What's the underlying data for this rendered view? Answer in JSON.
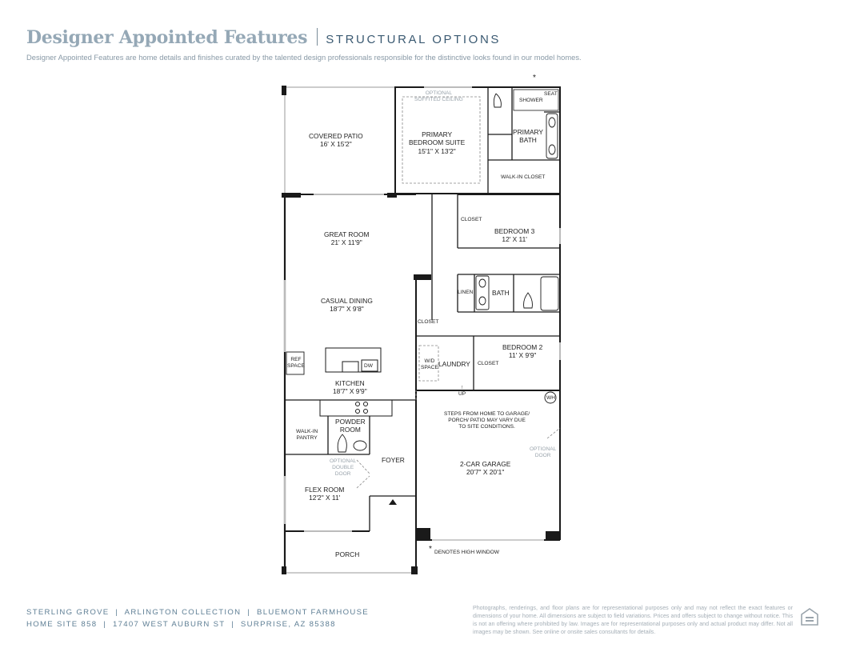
{
  "header": {
    "title": "Designer Appointed Features",
    "subtitle": "STRUCTURAL OPTIONS",
    "description": "Designer Appointed Features are home details and finishes curated by the talented design professionals responsible for the distinctive looks found in our model homes."
  },
  "rooms": {
    "covered_patio": {
      "name": "COVERED PATIO",
      "dims": "16' X 15'2\""
    },
    "optional_soffited": "OPTIONAL\nSOFFITED CEILING",
    "primary_bedroom": {
      "name": "PRIMARY\nBEDROOM SUITE",
      "dims": "15'1\" X 13'2\""
    },
    "seat": "SEAT",
    "shower": "SHOWER",
    "primary_bath": "PRIMARY\nBATH",
    "walk_in_closet": "WALK-IN CLOSET",
    "closet_b3": "CLOSET",
    "bedroom3": {
      "name": "BEDROOM 3",
      "dims": "12' X 11'"
    },
    "great_room": {
      "name": "GREAT ROOM",
      "dims": "21' X 11'9\""
    },
    "casual_dining": {
      "name": "CASUAL DINING",
      "dims": "18'7\" X 9'8\""
    },
    "linen": "LINEN",
    "bath": "BATH",
    "closet_hall": "CLOSET",
    "laundry": "LAUNDRY",
    "wd_space": "W/D\nSPACE",
    "closet_b2": "CLOSET",
    "bedroom2": {
      "name": "BEDROOM 2",
      "dims": "11' X 9'9\""
    },
    "ref_space": "REF\nSPACE",
    "dw": "DW",
    "kitchen": {
      "name": "KITCHEN",
      "dims": "18'7\" X 9'9\""
    },
    "up": "UP",
    "wh": "WH",
    "steps_note": "STEPS FROM HOME TO GARAGE/\nPORCH/ PATIO MAY VARY DUE\nTO SITE CONDITIONS.",
    "walk_in_pantry": "WALK-IN\nPANTRY",
    "powder_room": "POWDER\nROOM",
    "foyer": "FOYER",
    "optional_double_door": "OPTIONAL\nDOUBLE\nDOOR",
    "optional_door": "OPTIONAL\nDOOR",
    "garage": {
      "name": "2-CAR GARAGE",
      "dims": "20'7\" X 20'1\""
    },
    "flex_room": {
      "name": "FLEX ROOM",
      "dims": "12'2\" X 11'"
    },
    "porch": "PORCH",
    "high_window_mark": "*",
    "high_window_note": "DENOTES HIGH WINDOW"
  },
  "footer": {
    "line1": "STERLING GROVE  |  ARLINGTON COLLECTION  |  BLUEMONT FARMHOUSE",
    "line2": "HOME SITE 858  |  17407 WEST AUBURN ST  |  SURPRISE, AZ 85388",
    "disclaimer": "Photographs, renderings, and floor plans are for representational purposes only and may not reflect the exact features or dimensions of your home. All dimensions are subject to field variations. Prices and offers subject to change without notice. This is not an offering where prohibited by law. Images are for representational purposes only and actual product may differ. Not all images may be shown. See online or onsite sales consultants for details."
  },
  "colors": {
    "title": "#95a8b6",
    "subtitle": "#3b5a72",
    "footer": "#5f7f95",
    "wall": "#1a1a1a"
  }
}
